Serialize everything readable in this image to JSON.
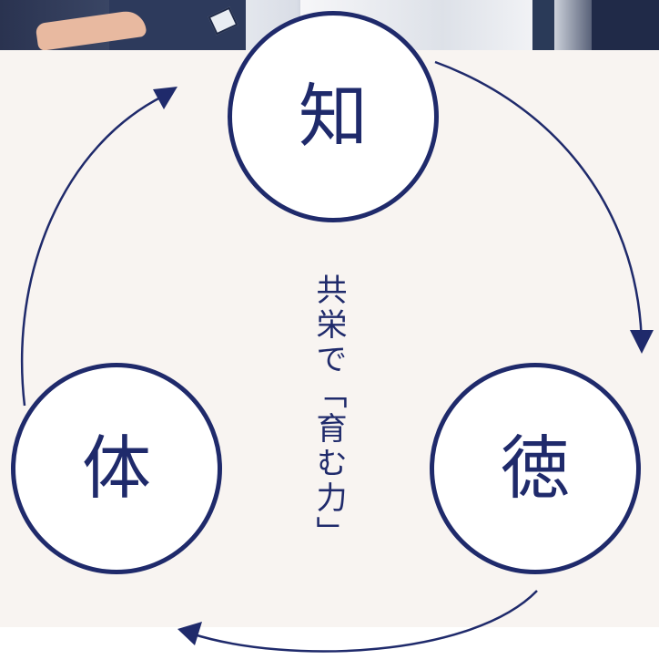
{
  "nodes": {
    "top": {
      "label": "知"
    },
    "bottom_right": {
      "label": "徳"
    },
    "bottom_left": {
      "label": "体"
    }
  },
  "center": {
    "text": "共栄で「育む力」"
  },
  "colors": {
    "accent": "#1f2a6b",
    "panel": "#f8f4f1",
    "circle_fill": "#ffffff"
  }
}
